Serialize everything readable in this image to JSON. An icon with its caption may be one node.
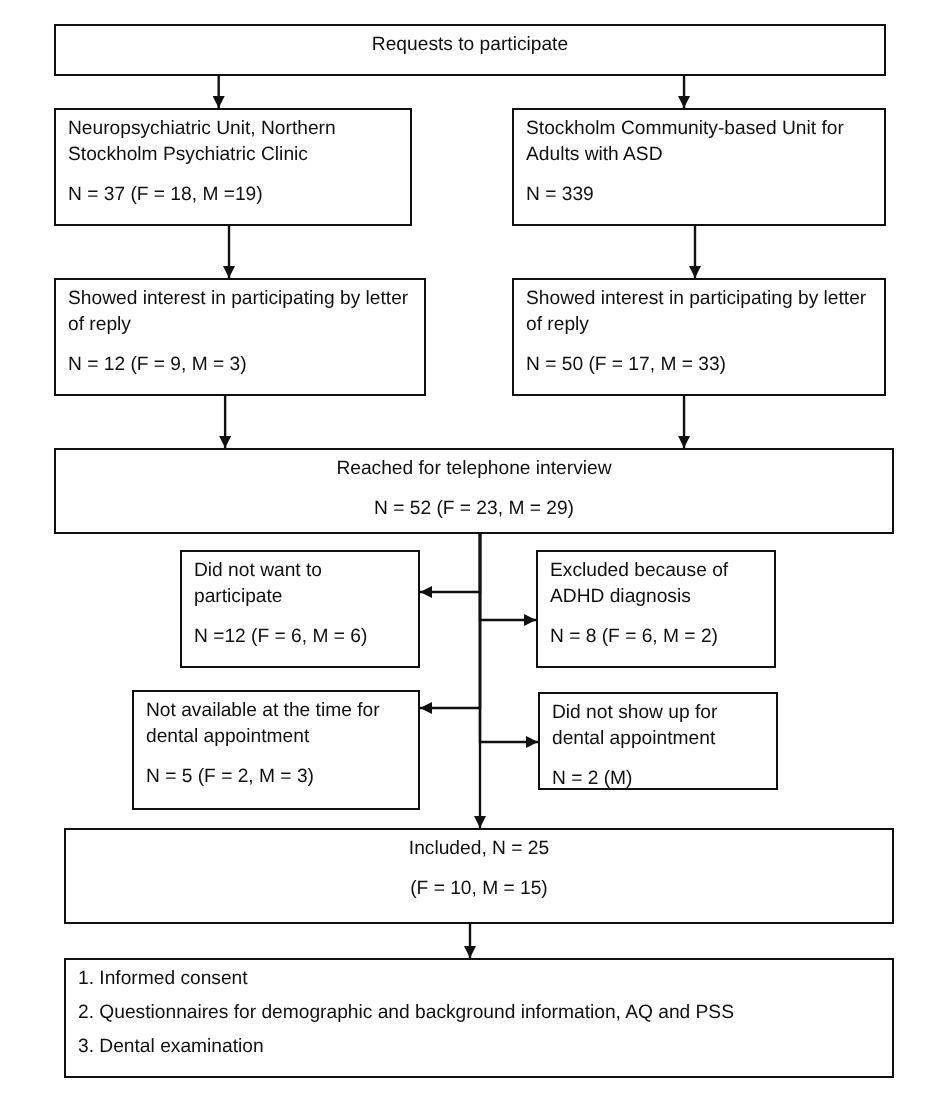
{
  "diagram": {
    "nodes": [
      {
        "text": [
          "Requests to participate"
        ]
      },
      {
        "text": [
          "Neuropsychiatric Unit, Northern Stockholm Psychiatric Clinic",
          "N = 37 (F = 18, M =19)"
        ]
      },
      {
        "text": [
          "Stockholm Community-based Unit for Adults with ASD",
          "N = 339"
        ]
      },
      {
        "text": [
          "Showed interest in participating by letter of reply",
          "N = 12 (F = 9, M = 3)"
        ]
      },
      {
        "text": [
          "Showed interest in participating by letter of reply",
          "N = 50 (F = 17, M = 33)"
        ]
      },
      {
        "text": [
          "Reached for telephone interview",
          "N = 52 (F = 23, M = 29)"
        ]
      },
      {
        "text": [
          "Did not want to participate",
          "N =12 (F = 6, M = 6)"
        ]
      },
      {
        "text": [
          "Excluded because of ADHD diagnosis",
          "N = 8 (F = 6, M = 2)"
        ]
      },
      {
        "text": [
          "Not available at the time for dental appointment",
          "N = 5 (F = 2, M = 3)"
        ]
      },
      {
        "text": [
          "Did not show up for dental appointment",
          "N = 2 (M)"
        ]
      },
      {
        "text": [
          "Included, N = 25",
          "(F = 10, M = 15)"
        ]
      },
      {
        "text": [
          "1. Informed consent",
          "2. Questionnaires for demographic and background information, AQ and PSS",
          "3. Dental examination"
        ]
      }
    ],
    "edges": [
      {
        "from": 0,
        "to": 1,
        "arrow": "to"
      },
      {
        "from": 0,
        "to": 2,
        "arrow": "to"
      },
      {
        "from": 1,
        "to": 3,
        "arrow": "to"
      },
      {
        "from": 2,
        "to": 4,
        "arrow": "to"
      },
      {
        "from": 3,
        "to": 5,
        "arrow": "to"
      },
      {
        "from": 4,
        "to": 5,
        "arrow": "to"
      },
      {
        "from": 5,
        "to": 6,
        "arrow": "to"
      },
      {
        "from": 5,
        "to": 7,
        "arrow": "to"
      },
      {
        "from": 5,
        "to": 8,
        "arrow": "to"
      },
      {
        "from": 5,
        "to": 9,
        "arrow": "to"
      },
      {
        "from": 5,
        "to": 10,
        "arrow": "to"
      },
      {
        "from": 10,
        "to": 11,
        "arrow": "to"
      }
    ]
  }
}
